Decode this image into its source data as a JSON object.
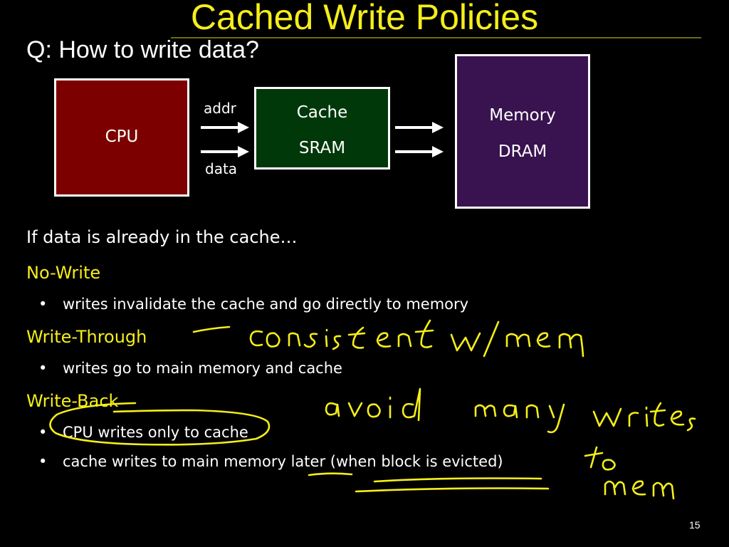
{
  "slide": {
    "title": "Cached Write Policies",
    "question": "Q: How to write data?",
    "page_number": "15"
  },
  "diagram": {
    "cpu": "CPU",
    "cache_line1": "Cache",
    "cache_line2": "SRAM",
    "memory_line1": "Memory",
    "memory_line2": "DRAM",
    "addr_label": "addr",
    "data_label": "data"
  },
  "content": {
    "intro": "If data is already in the cache…",
    "policies": [
      {
        "name": "No-Write",
        "bullets": [
          "writes invalidate the cache and go directly to memory"
        ]
      },
      {
        "name": "Write-Through",
        "bullets": [
          "writes go to main memory and cache"
        ]
      },
      {
        "name": "Write-Back",
        "bullets": [
          "CPU writes only to cache",
          "cache writes to main memory later (when block is evicted)"
        ]
      }
    ],
    "bullet_glyph": "•"
  },
  "annotations": {
    "ink_color": "#f5ee1a",
    "write_through_note": "consistent w/ mem",
    "write_back_note_line1": "avoid many writes",
    "write_back_note_line2": "to",
    "write_back_note_line3": "mem"
  }
}
